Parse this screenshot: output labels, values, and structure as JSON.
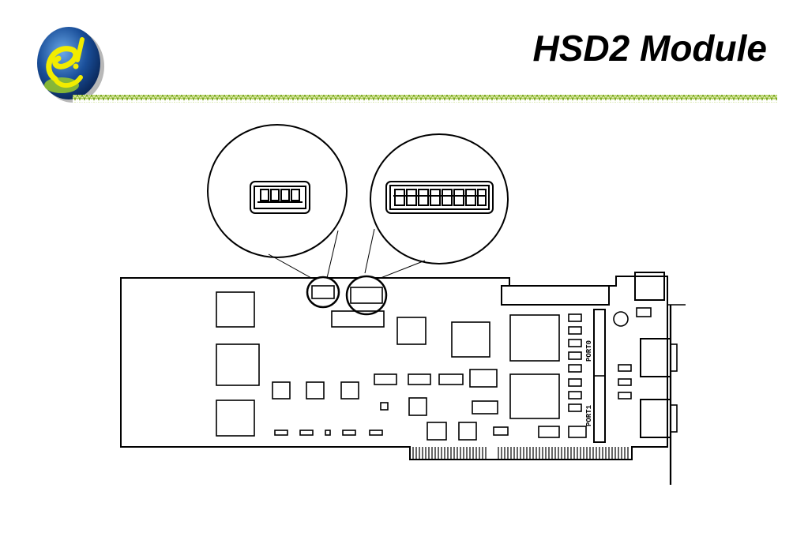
{
  "slide": {
    "title": "HSD2 Module"
  },
  "board": {
    "port_labels": [
      "PORT0",
      "PORT1"
    ]
  },
  "icons": {
    "logo": "e-globe-logo"
  },
  "colors": {
    "logo_blue": "#1a4f9a",
    "logo_yellow": "#e8e000",
    "divider_green": "#7aa81e"
  }
}
